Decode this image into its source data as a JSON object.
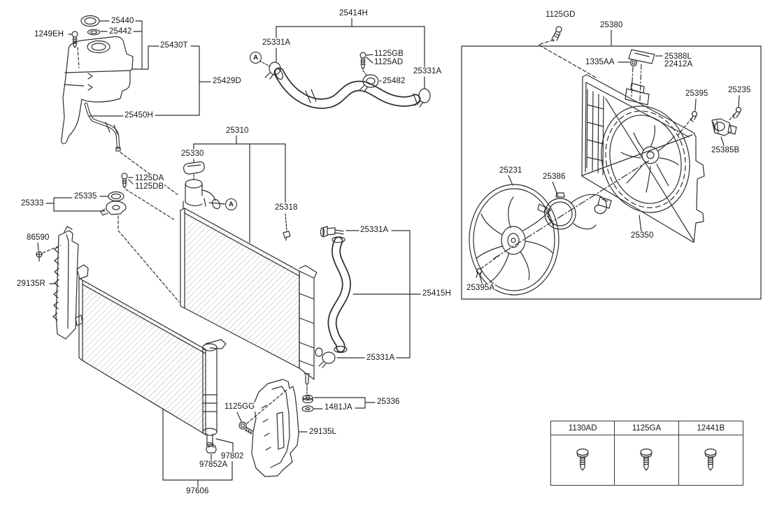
{
  "diagram": {
    "type": "exploded-parts-diagram",
    "subject": "engine cooling (radiator, reservoir, hoses, cooling fan)",
    "colors": {
      "background": "#ffffff",
      "line": "#2e2e2e",
      "text": "#161616"
    }
  },
  "callout": {
    "a": "A"
  },
  "parts": {
    "25440": "25440",
    "25442": "25442",
    "1249EH": "1249EH",
    "25430T": "25430T",
    "25429D": "25429D",
    "25450H": "25450H",
    "25414H": "25414H",
    "25331A": "25331A",
    "1125GB": "1125GB",
    "1125AD": "1125AD",
    "25482": "25482",
    "1125GD": "1125GD",
    "25380": "25380",
    "1335AA": "1335AA",
    "25388L": "25388L",
    "22412A": "22412A",
    "25395": "25395",
    "25235": "25235",
    "25385B": "25385B",
    "25231": "25231",
    "25386": "25386",
    "25350": "25350",
    "25395A": "25395A",
    "25310": "25310",
    "25330": "25330",
    "1125DA": "1125DA",
    "1125DB": "1125DB",
    "25333": "25333",
    "25335": "25335",
    "25318": "25318",
    "86590": "86590",
    "29135R": "29135R",
    "25415H": "25415H",
    "25336": "25336",
    "1481JA": "1481JA",
    "1125GG": "1125GG",
    "29135L": "29135L",
    "97802": "97802",
    "97852A": "97852A",
    "97606": "97606"
  },
  "fastener_table": {
    "columns": [
      "1130AD",
      "1125GA",
      "12441B"
    ]
  }
}
